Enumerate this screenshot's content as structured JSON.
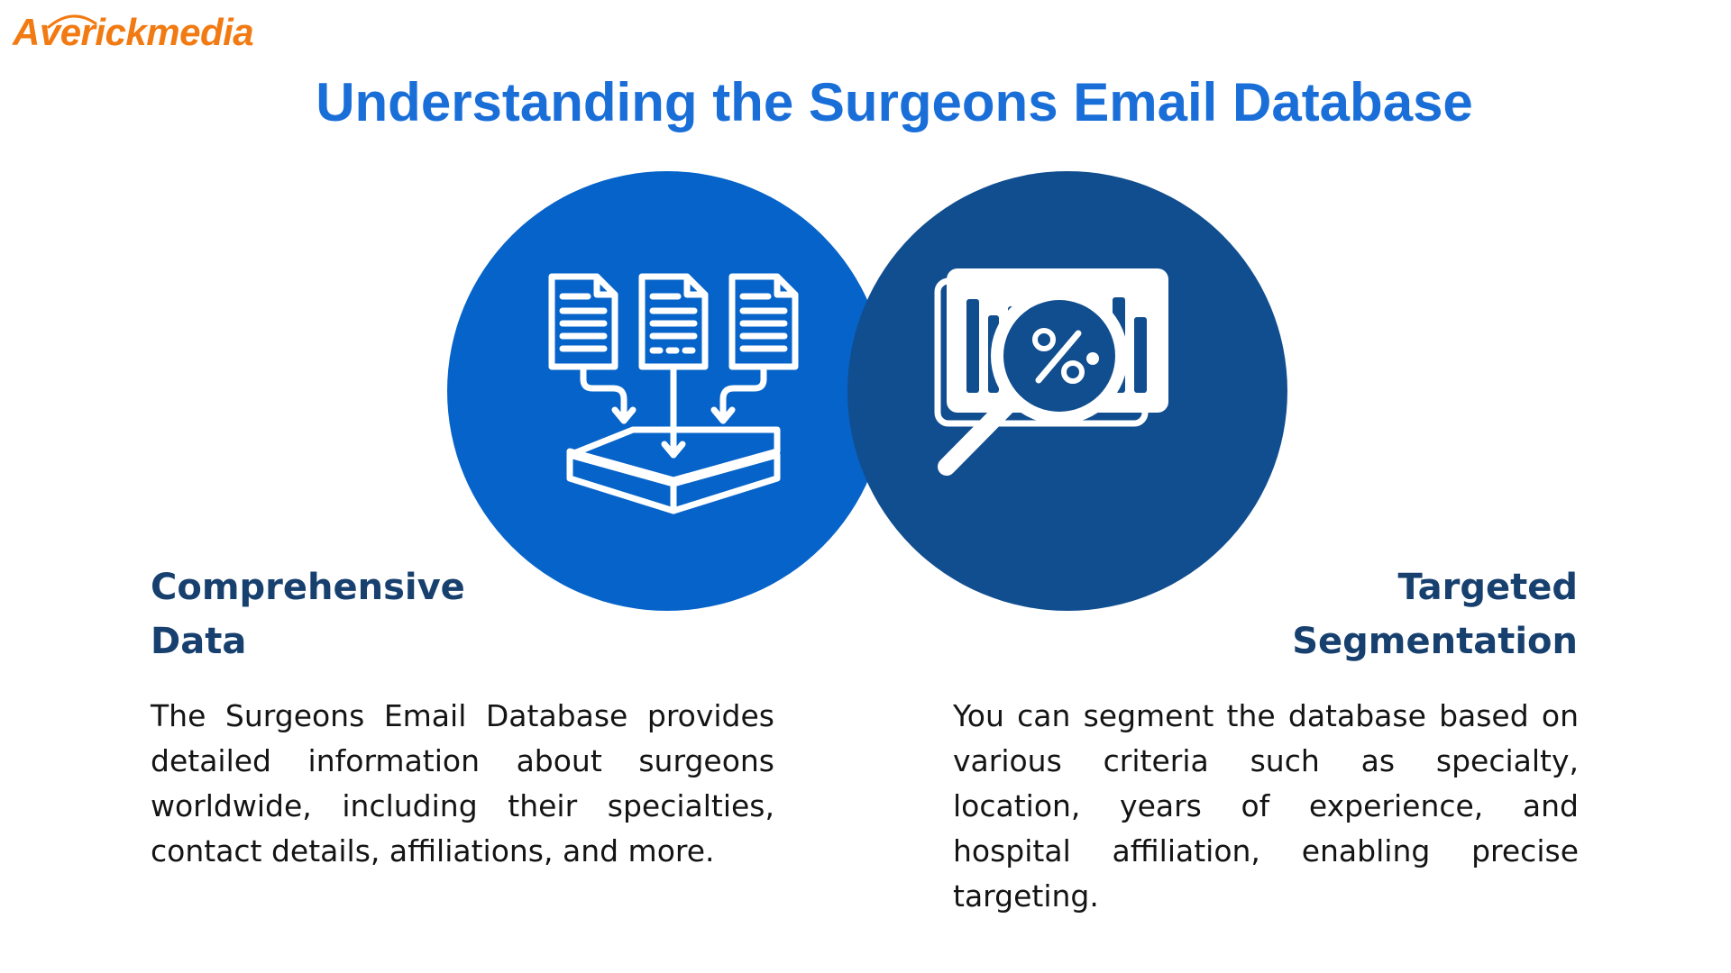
{
  "brand": {
    "logo_text": "Averickmedia",
    "color": "#f27a12"
  },
  "title": "Understanding the Surgeons Email Database",
  "colors": {
    "title": "#1a6ed8",
    "circle_left": "#0663c9",
    "circle_right": "#114e8f",
    "heading": "#17406f",
    "body_text": "#141414"
  },
  "features": [
    {
      "icon": "documents-into-database-icon",
      "heading_line1": "Comprehensive",
      "heading_line2": "Data",
      "description": "The Surgeons Email Database provides detailed information about surgeons worldwide, including their specialties, contact details, affiliations, and more."
    },
    {
      "icon": "analytics-magnifier-percent-icon",
      "heading_line1": "Targeted",
      "heading_line2": "Segmentation",
      "description": "You can segment the database based on various criteria such as specialty, location, years of experience, and hospital affiliation, enabling precise targeting."
    }
  ]
}
